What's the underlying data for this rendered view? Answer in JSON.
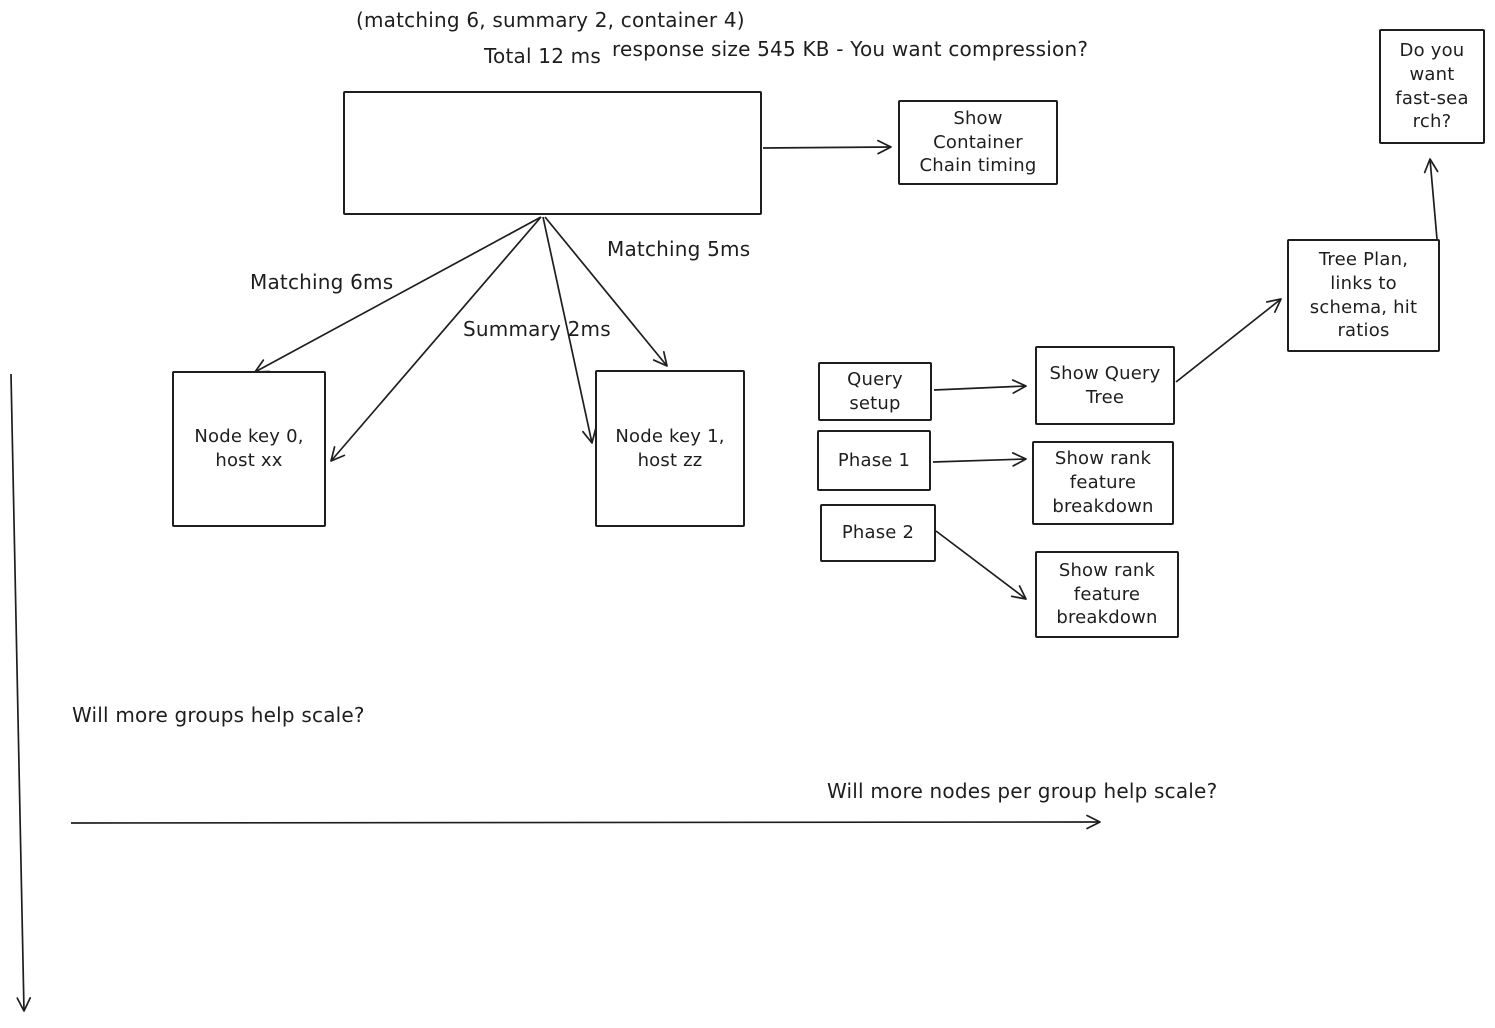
{
  "canvas": {
    "background": "#ffffff",
    "stroke_color": "#1e1e1e"
  },
  "annotations": {
    "params_note": "(matching 6, summary 2, container 4)",
    "total_time": "Total 12 ms",
    "response_size": "response size 545 KB - You want compression?",
    "groups_question": "Will more groups help scale?",
    "nodes_question": "Will more nodes per group help scale?"
  },
  "edge_labels": {
    "matching_node0": "Matching 6ms",
    "summary_node1": "Summary 2ms",
    "matching_node1": "Matching 5ms"
  },
  "boxes": {
    "main_request": {
      "label": ""
    },
    "container_chain": {
      "label": "Show\nContainer\nChain timing"
    },
    "fast_search": {
      "label": "Do you\nwant\nfast-sea\nrch?"
    },
    "tree_plan": {
      "label": "Tree Plan,\nlinks to\nschema, hit\nratios"
    },
    "query_setup": {
      "label": "Query\nsetup"
    },
    "show_query_tree": {
      "label": "Show Query\nTree"
    },
    "phase_1": {
      "label": "Phase 1"
    },
    "rank_breakdown_1": {
      "label": "Show rank\nfeature\nbreakdown"
    },
    "phase_2": {
      "label": "Phase 2"
    },
    "rank_breakdown_2": {
      "label": "Show rank\nfeature\nbreakdown"
    },
    "node_0": {
      "label": "Node key 0,\nhost xx"
    },
    "node_1": {
      "label": "Node key 1,\nhost zz"
    }
  }
}
